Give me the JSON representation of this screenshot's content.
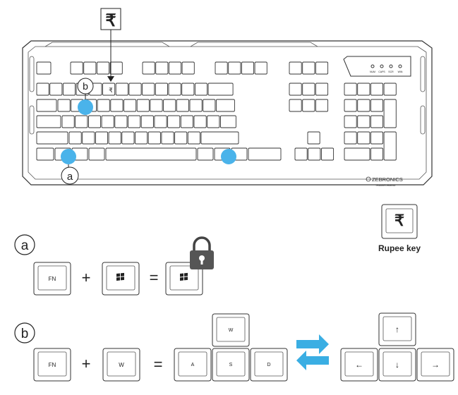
{
  "rupee_symbol": "₹",
  "brand": {
    "name": "ZEBRONICS",
    "tagline": "TRANSFORMING"
  },
  "indicator_labels": [
    "NUM",
    "CAPS",
    "SCR",
    "WIN"
  ],
  "callouts": {
    "a": "a",
    "b": "b"
  },
  "rupee_key_label": "Rupee key",
  "section_a": {
    "marker": "a",
    "keys": {
      "fn": "FN",
      "plus": "+",
      "equals": "="
    },
    "icons": [
      "windows-logo-icon",
      "windows-logo-icon",
      "padlock-icon"
    ]
  },
  "section_b": {
    "marker": "b",
    "keys": {
      "fn": "FN",
      "w": "W",
      "plus": "+",
      "equals": "="
    },
    "wasd": [
      "W",
      "A",
      "S",
      "D"
    ],
    "arrows": [
      "↑",
      "←",
      "↓",
      "→"
    ],
    "swap_icon": "swap-arrows-icon",
    "swap_color": "#3aaee3"
  },
  "colors": {
    "highlight_dot": "#4ab3ea",
    "stroke": "#333333"
  }
}
